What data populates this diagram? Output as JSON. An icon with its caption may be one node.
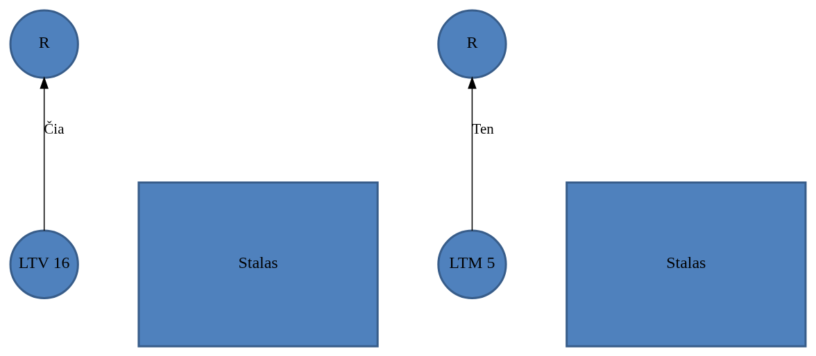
{
  "diagram": {
    "nodes": [
      {
        "text": [
          "R"
        ]
      },
      {
        "text": [
          "Stalas"
        ]
      },
      {
        "text": [
          "LTV 16"
        ]
      },
      {
        "text": [
          "R"
        ]
      },
      {
        "text": [
          "Stalas"
        ]
      },
      {
        "text": [
          "LTM 5"
        ]
      }
    ],
    "edges": [
      {
        "from": 2,
        "to": 0,
        "arrow": "to",
        "label": "Čia"
      },
      {
        "from": 5,
        "to": 3,
        "arrow": "to",
        "label": "Ten"
      }
    ]
  }
}
